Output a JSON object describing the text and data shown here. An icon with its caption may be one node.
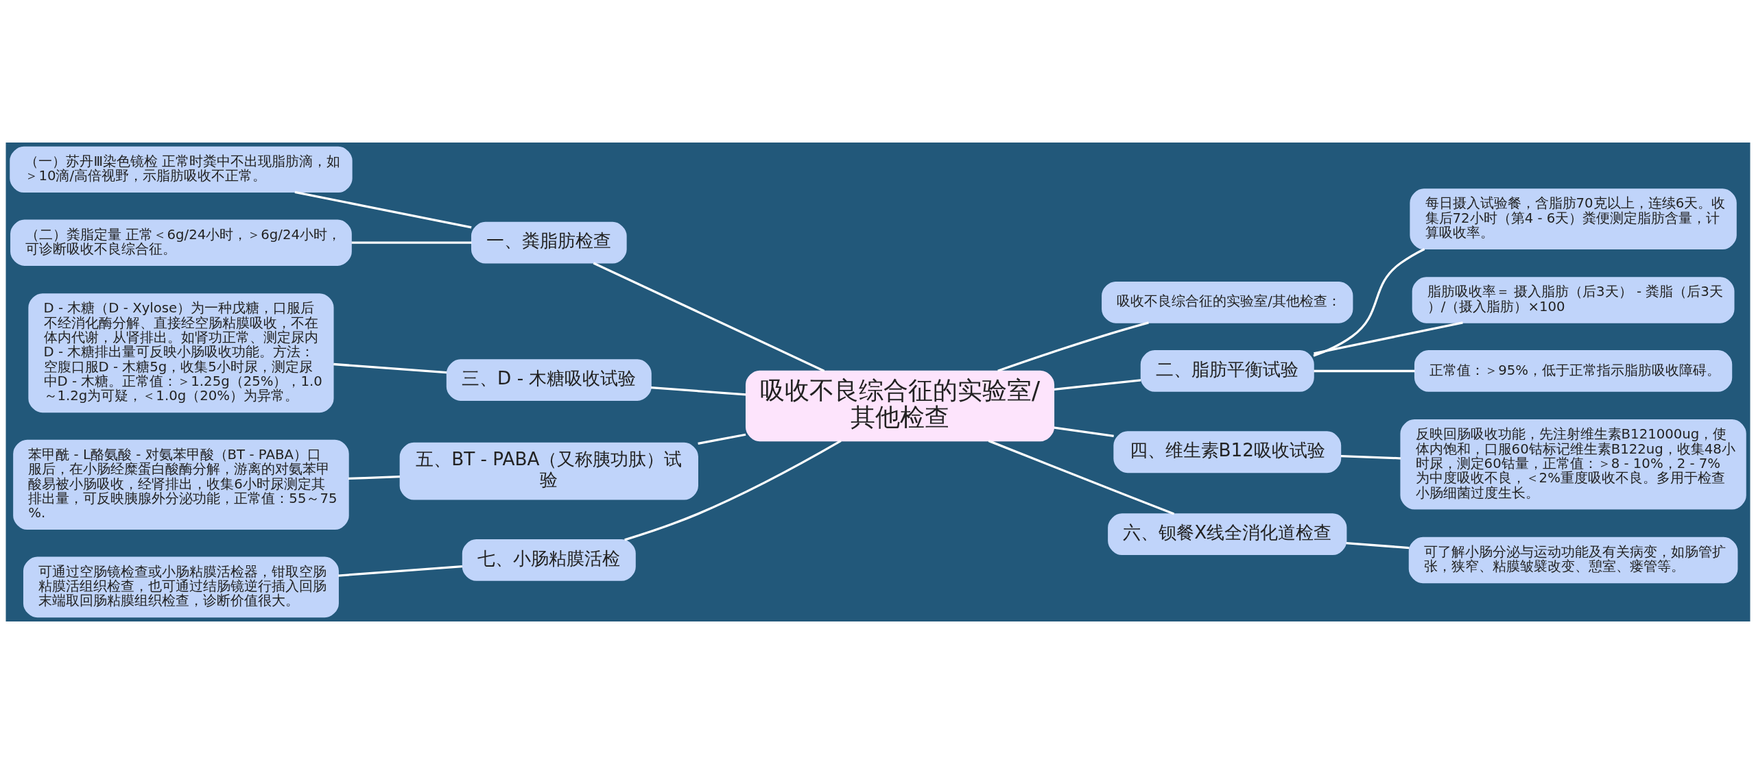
{
  "diagram": {
    "nodes": [
      {
        "text": [
          "吸收不良综合征的实验室/其他检查"
        ]
      },
      {
        "text": [
          "一、粪脂肪检查"
        ]
      },
      {
        "text": [
          "（一）苏丹Ⅲ染色镜检 正常时粪中不出现脂肪滴，如＞10滴/高倍视野，示脂肪吸收不正常。"
        ]
      },
      {
        "text": [
          "（二）粪脂定量 正常＜6g/24小时，＞6g/24小时，可诊断吸收不良综合征。"
        ]
      },
      {
        "text": [
          "三、D - 木糖吸收试验"
        ]
      },
      {
        "text": [
          "D - 木糖（D - Xylose）为一种戊糖，口服后不经消化酶分解、直接经空肠粘膜吸收，不在体内代谢，从肾排出。如肾功正常、测定尿内D - 木糖排出量可反映小肠吸收功能。方法：空腹口服D - 木糖5g，收集5小时尿，测定尿中D - 木糖。正常值：＞1.25g（25%），1.0～1.2g为可疑，＜1.0g（20%）为异常。"
        ]
      },
      {
        "text": [
          "五、BT - PABA（又称胰功肽）试验"
        ]
      },
      {
        "text": [
          "苯甲酰 - L酪氨酸 - 对氨苯甲酸（BT - PABA）口服后，在小肠经糜蛋白酸酶分解，游离的对氨苯甲酸易被小肠吸收，经肾排出，收集6小时尿测定其排出量，可反映胰腺外分泌功能，正常值：55～75%."
        ]
      },
      {
        "text": [
          "七、小肠粘膜活检"
        ]
      },
      {
        "text": [
          "可通过空肠镜检查或小肠粘膜活检器，钳取空肠粘膜活组织检查，也可通过结肠镜逆行插入回肠末端取回肠粘膜组织检查，诊断价值很大。"
        ]
      },
      {
        "text": [
          "吸收不良综合征的实验室/其他检查："
        ]
      },
      {
        "text": [
          "二、脂肪平衡试验"
        ]
      },
      {
        "text": [
          "每日摄入试验餐，含脂肪70克以上，连续6天。收集后72小时（第4 - 6天）粪便测定脂肪含量，计算吸收率。"
        ]
      },
      {
        "text": [
          "脂肪吸收率＝ 摄入脂肪（后3天） - 粪脂（后3天）/（摄入脂肪）×100"
        ]
      },
      {
        "text": [
          "正常值：＞95%，低于正常指示脂肪吸收障碍。"
        ]
      },
      {
        "text": [
          "四、维生素B12吸收试验"
        ]
      },
      {
        "text": [
          "反映回肠吸收功能，先注射维生素B121000ug，使体内饱和，口服60钴标记维生素B122ug，收集48小时尿，测定60钴量，正常值：＞8 - 10%，2 - 7%为中度吸收不良，＜2%重度吸收不良。多用于检查小肠细菌过度生长。"
        ]
      },
      {
        "text": [
          "六、钡餐X线全消化道检查"
        ]
      },
      {
        "text": [
          "可了解小肠分泌与运动功能及有关病变，如肠管扩张，狭窄、粘膜皱襞改变、憩室、瘘管等。"
        ]
      }
    ],
    "edges": [
      {
        "from": 0,
        "to": 1,
        "arrow": "none"
      },
      {
        "from": 1,
        "to": 2,
        "arrow": "none"
      },
      {
        "from": 1,
        "to": 3,
        "arrow": "none"
      },
      {
        "from": 0,
        "to": 4,
        "arrow": "none"
      },
      {
        "from": 4,
        "to": 5,
        "arrow": "none"
      },
      {
        "from": 0,
        "to": 6,
        "arrow": "none"
      },
      {
        "from": 6,
        "to": 7,
        "arrow": "none"
      },
      {
        "from": 0,
        "to": 8,
        "arrow": "none"
      },
      {
        "from": 8,
        "to": 9,
        "arrow": "none"
      },
      {
        "from": 0,
        "to": 10,
        "arrow": "none"
      },
      {
        "from": 0,
        "to": 11,
        "arrow": "none"
      },
      {
        "from": 11,
        "to": 12,
        "arrow": "none"
      },
      {
        "from": 11,
        "to": 13,
        "arrow": "none"
      },
      {
        "from": 11,
        "to": 14,
        "arrow": "none"
      },
      {
        "from": 0,
        "to": 15,
        "arrow": "none"
      },
      {
        "from": 15,
        "to": 16,
        "arrow": "none"
      },
      {
        "from": 0,
        "to": 17,
        "arrow": "none"
      },
      {
        "from": 17,
        "to": 18,
        "arrow": "none"
      }
    ]
  }
}
